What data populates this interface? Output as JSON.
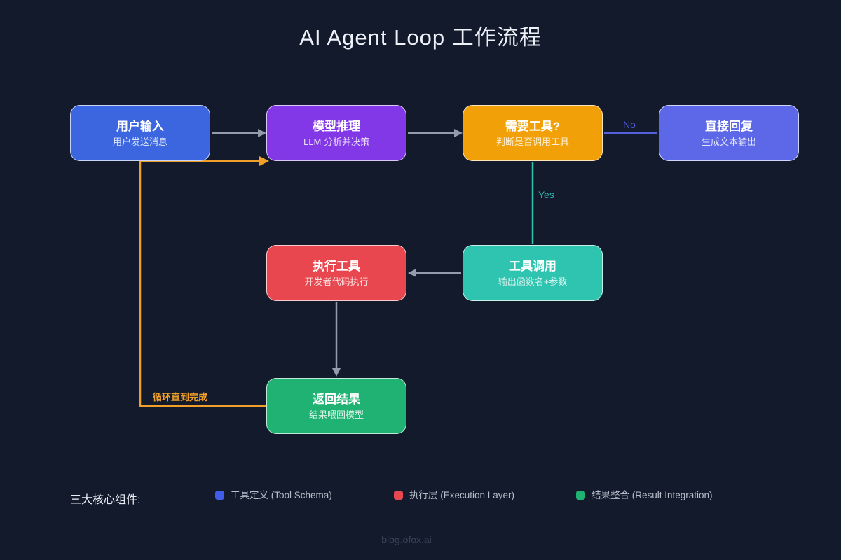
{
  "title": "AI Agent Loop 工作流程",
  "flow": {
    "nodes": [
      {
        "title": "用户输入",
        "subtitle": "用户发送消息",
        "color": "#3b66e0"
      },
      {
        "title": "模型推理",
        "subtitle": "LLM 分析并决策",
        "color": "#8338e8"
      },
      {
        "title": "需要工具?",
        "subtitle": "判断是否调用工具",
        "color": "#f2a008"
      },
      {
        "title": "直接回复",
        "subtitle": "生成文本输出",
        "color": "#5c68e8"
      },
      {
        "title": "执行工具",
        "subtitle": "开发者代码执行",
        "color": "#e8474f"
      },
      {
        "title": "工具调用",
        "subtitle": "输出函数名+参数",
        "color": "#2fc4b0"
      },
      {
        "title": "返回结果",
        "subtitle": "结果喂回模型",
        "color": "#1fb273"
      }
    ],
    "edges": {
      "no_label": "No",
      "yes_label": "Yes",
      "loop_label": "循环直到完成",
      "gray_color": "#949cab",
      "no_color": "#5560dd",
      "no_label_color": "#4d58d6",
      "yes_color": "#2fc4b0",
      "yes_label_color": "#2fb3ab",
      "loop_color": "#f0a028"
    }
  },
  "legend": {
    "heading": "三大核心组件:",
    "items": [
      {
        "label": "工具定义 (Tool Schema)",
        "color": "#3f5de8"
      },
      {
        "label": "执行层 (Execution Layer)",
        "color": "#e8474f"
      },
      {
        "label": "结果整合 (Result Integration)",
        "color": "#1fb273"
      }
    ]
  },
  "footer": "blog.ofox.ai",
  "background_color": "#131a2b"
}
